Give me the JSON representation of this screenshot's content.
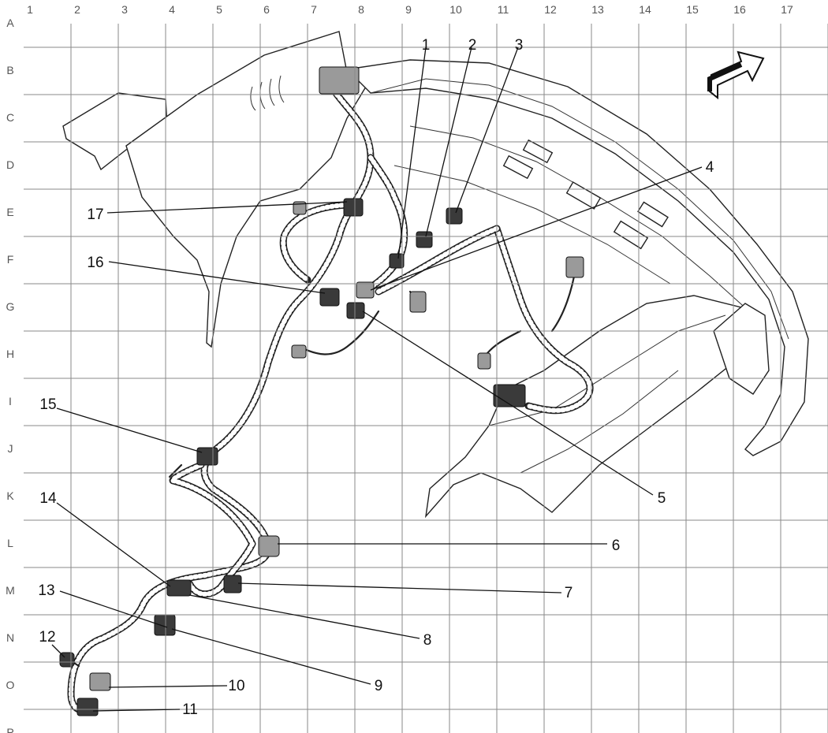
{
  "grid": {
    "columns": [
      "1",
      "2",
      "3",
      "4",
      "5",
      "6",
      "7",
      "8",
      "9",
      "10",
      "11",
      "12",
      "13",
      "14",
      "15",
      "16",
      "17"
    ],
    "rows": [
      "A",
      "B",
      "C",
      "D",
      "E",
      "F",
      "G",
      "H",
      "I",
      "J",
      "K",
      "L",
      "M",
      "N",
      "O",
      "P"
    ]
  },
  "callouts": [
    "1",
    "2",
    "3",
    "4",
    "5",
    "6",
    "7",
    "8",
    "9",
    "10",
    "11",
    "12",
    "13",
    "14",
    "15",
    "16",
    "17"
  ],
  "direction_icon": "front-arrow-icon"
}
